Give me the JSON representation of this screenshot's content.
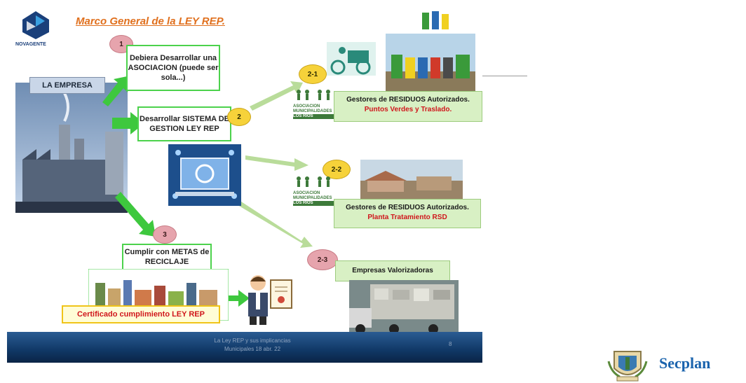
{
  "slide": {
    "title": "Marco General de la LEY REP.",
    "logo_name": "NOVAGENTE",
    "empresa_label": "LA EMPRESA",
    "step1": {
      "num": "1",
      "text": "Debiera Desarrollar una ASOCIACION (puede ser sola...)"
    },
    "step2": {
      "num": "2",
      "text": "Desarrollar SISTEMA DE GESTION LEY REP"
    },
    "step3": {
      "num": "3",
      "text": "Cumplir con METAS de RECICLAJE"
    },
    "step21": {
      "num": "2-1",
      "title": "Gestores de RESIDUOS Autorizados.",
      "subtitle": "Puntos Verdes y Traslado."
    },
    "step22": {
      "num": "2-2",
      "title": "Gestores de RESIDUOS Autorizados.",
      "subtitle": "Planta Tratamiento RSD"
    },
    "step23": {
      "num": "2-3",
      "title": "Empresas Valorizadoras"
    },
    "asociacion_logo": {
      "line1": "ASOCIACION",
      "line2": "MUNICIPALIDADES",
      "line3": "LOS RIOS"
    },
    "certificate": "Certificado cumplimiento LEY REP",
    "footer_line1": "La Ley REP y sus implicancias",
    "footer_line2": "Municipales 18 abr. 22",
    "page_number": "8"
  },
  "brand": {
    "secplan": "Secplan"
  },
  "colors": {
    "arrow": "#3ec83e",
    "arrow_light": "#b9dc9a",
    "title": "#e0701e",
    "red": "#d0161c"
  }
}
